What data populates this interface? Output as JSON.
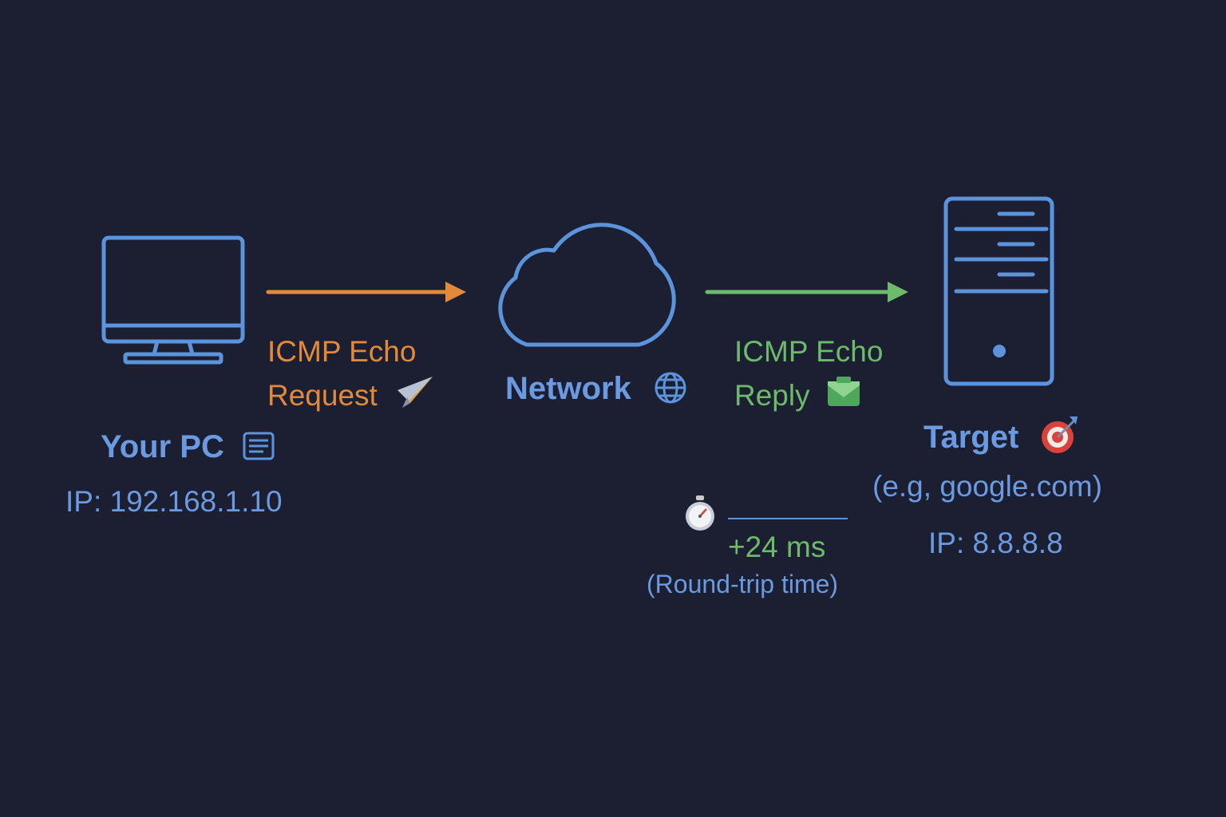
{
  "colors": {
    "background": "#1b1f31",
    "node_stroke": "#5b93dc",
    "label_blue": "#6b9ae0",
    "request_orange": "#e3893a",
    "reply_green": "#6cba6a"
  },
  "nodes": {
    "pc": {
      "icon": "monitor-icon",
      "title": "Your PC",
      "title_icon": "memo-icon",
      "ip": "IP: 192.168.1.10"
    },
    "network": {
      "icon": "cloud-icon",
      "title": "Network",
      "title_icon": "globe-icon"
    },
    "target": {
      "icon": "server-tower-icon",
      "title": "Target",
      "title_icon": "bullseye-icon",
      "subtitle": "(e.g, google.com)",
      "ip": "IP: 8.8.8.8"
    }
  },
  "edges": {
    "request": {
      "line1": "ICMP Echo",
      "line2": "Request",
      "icon": "paper-plane-icon"
    },
    "reply": {
      "line1": "ICMP Echo",
      "line2": "Reply",
      "icon": "envelope-icon"
    }
  },
  "timing": {
    "icon": "stopwatch-icon",
    "value": "+24 ms",
    "caption": "(Round-trip time)"
  }
}
